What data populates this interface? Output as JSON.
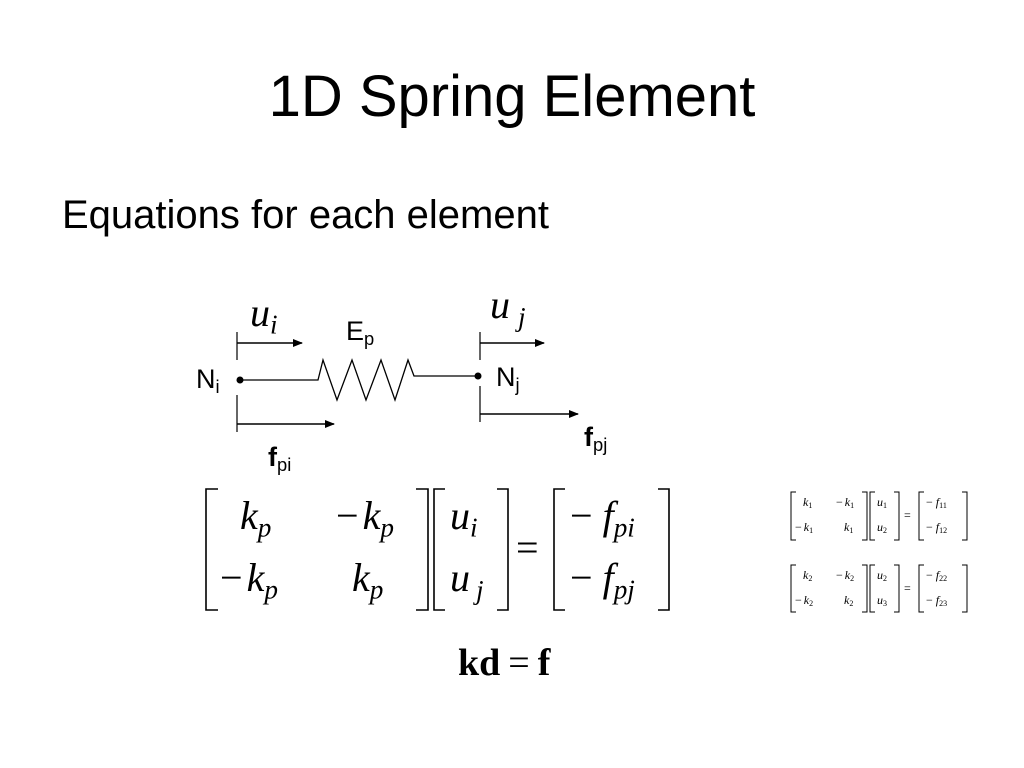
{
  "slide": {
    "title": "1D Spring Element",
    "bullet": "Equations for each element"
  },
  "diagram": {
    "u_i": {
      "base": "u",
      "sub": "i"
    },
    "u_j": {
      "base": "u",
      "sub": "j"
    },
    "E_p": {
      "base": "E",
      "sub": "p"
    },
    "N_i": {
      "base": "N",
      "sub": "i"
    },
    "N_j": {
      "base": "N",
      "sub": "j"
    },
    "f_pi": {
      "base": "f",
      "sub": "pi"
    },
    "f_pj": {
      "base": "f",
      "sub": "pj"
    }
  },
  "main_equation": {
    "k11": {
      "base": "k",
      "sub": "p"
    },
    "k12": {
      "sign": "−",
      "base": "k",
      "sub": "p"
    },
    "k21": {
      "sign": "−",
      "base": "k",
      "sub": "p"
    },
    "k22": {
      "base": "k",
      "sub": "p"
    },
    "d1": {
      "base": "u",
      "sub": "i"
    },
    "d2": {
      "base": "u",
      "sub": "j"
    },
    "equals": "=",
    "f1": {
      "sign": "−",
      "base": "f",
      "sub": "pi"
    },
    "f2": {
      "sign": "−",
      "base": "f",
      "sub": "pj"
    }
  },
  "compact_equation": {
    "lhs": "kd",
    "equals": "=",
    "rhs": "f"
  },
  "element_1": {
    "k11": {
      "base": "k",
      "sub": "1"
    },
    "k12": {
      "sign": "−",
      "base": "k",
      "sub": "1"
    },
    "k21": {
      "sign": "−",
      "base": "k",
      "sub": "1"
    },
    "k22": {
      "base": "k",
      "sub": "1"
    },
    "d1": {
      "base": "u",
      "sub": "1"
    },
    "d2": {
      "base": "u",
      "sub": "2"
    },
    "equals": "=",
    "f1": {
      "sign": "−",
      "base": "f",
      "sub": "11"
    },
    "f2": {
      "sign": "−",
      "base": "f",
      "sub": "12"
    }
  },
  "element_2": {
    "k11": {
      "base": "k",
      "sub": "2"
    },
    "k12": {
      "sign": "−",
      "base": "k",
      "sub": "2"
    },
    "k21": {
      "sign": "−",
      "base": "k",
      "sub": "2"
    },
    "k22": {
      "base": "k",
      "sub": "2"
    },
    "d1": {
      "base": "u",
      "sub": "2"
    },
    "d2": {
      "base": "u",
      "sub": "3"
    },
    "equals": "=",
    "f1": {
      "sign": "−",
      "base": "f",
      "sub": "22"
    },
    "f2": {
      "sign": "−",
      "base": "f",
      "sub": "23"
    }
  }
}
